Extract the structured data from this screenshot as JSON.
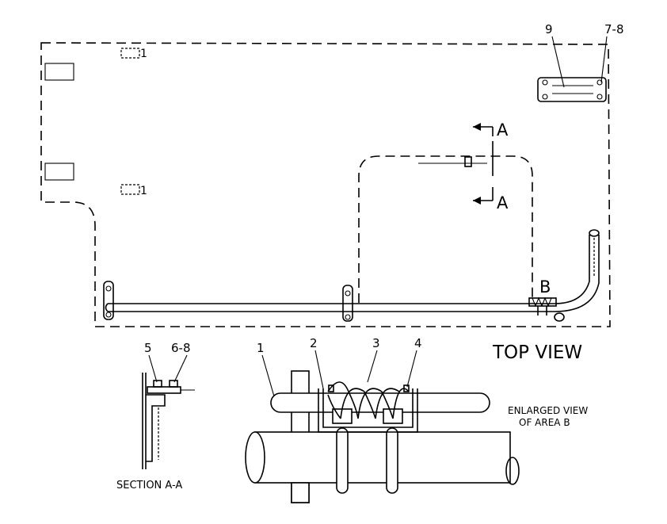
{
  "callouts": {
    "top_1a": "1",
    "top_1b": "1",
    "top_9": "9",
    "top_7_8": "7-8",
    "b_5": "5",
    "b_6_8": "6-8",
    "b_1": "1",
    "b_2": "2",
    "b_3": "3",
    "b_4": "4"
  },
  "section_marks": {
    "top_letter": "A",
    "bottom_letter": "A",
    "area_letter": "B"
  },
  "titles": {
    "top_view": "TOP VIEW",
    "section": "SECTION A-A",
    "enlarged_line1": "ENLARGED VIEW",
    "enlarged_line2": "OF AREA B"
  }
}
